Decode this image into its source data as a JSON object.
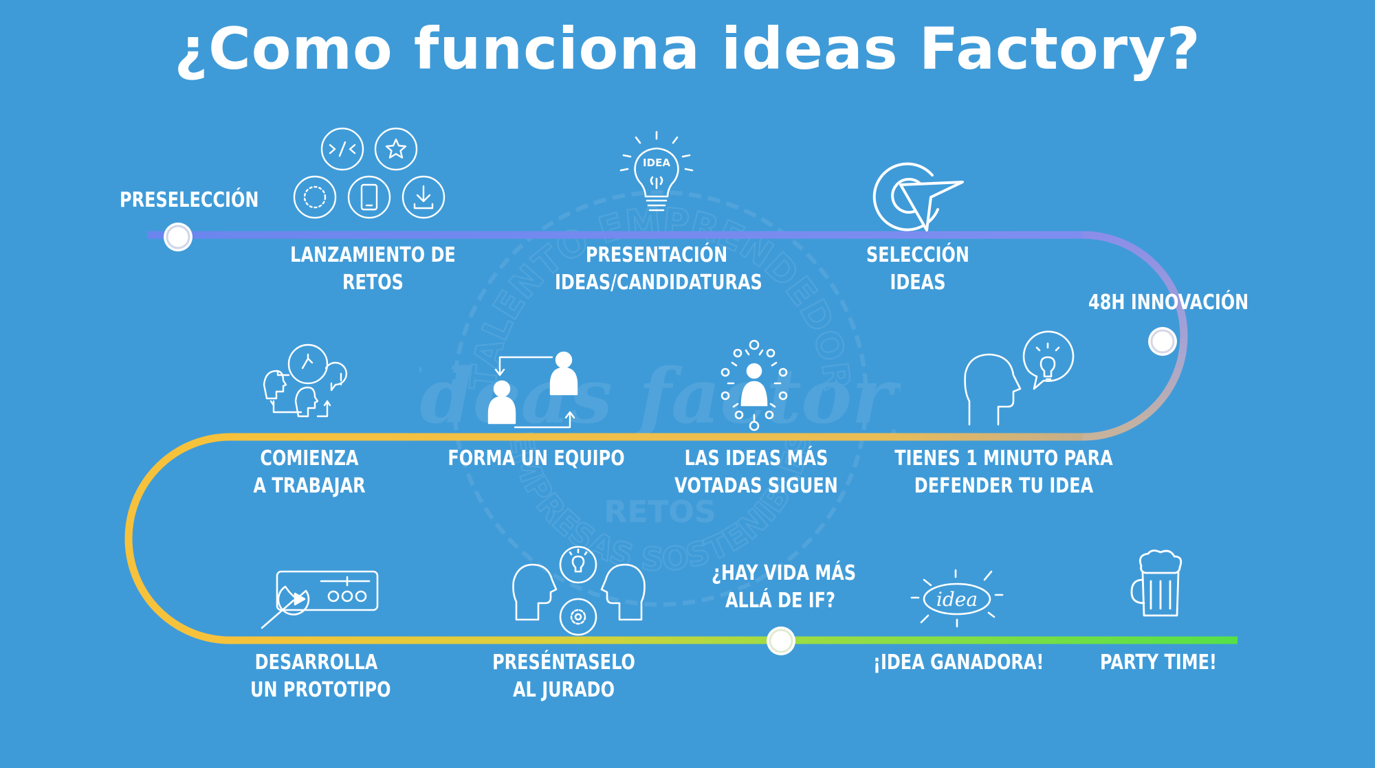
{
  "title": "¿Como funciona ideas Factory?",
  "colors": {
    "background": "#3f9bd8",
    "path_blue": "#6a86ee",
    "path_purple": "#8a8ee8",
    "path_yellow": "#f7c23b",
    "path_green": "#55e048",
    "text": "#ffffff"
  },
  "watermark": {
    "top_arc": "TALENTO EMPRENDEDOR",
    "center": "Ideas factory",
    "ribbon": "RETOS",
    "bottom_arc": "EMPRESAS SOSTENIBLES"
  },
  "milestones": {
    "preseleccion": "PRESELECCIÓN",
    "innovacion_48h": "48H INNOVACIÓN",
    "hay_vida": {
      "line1": "¿HAY VIDA MÁS",
      "line2": "ALLÁ DE IF?"
    }
  },
  "steps": {
    "lanzamiento": {
      "line1": "LANZAMIENTO DE",
      "line2": "RETOS",
      "icon": "challenge-icons-cluster"
    },
    "presentacion": {
      "line1": "PRESENTACIÓN",
      "line2": "IDEAS/CANDIDATURAS",
      "icon": "idea-lightbulb-icon",
      "icon_text": "IDEA"
    },
    "seleccion": {
      "line1": "SELECCIÓN",
      "line2": "IDEAS",
      "icon": "target-cursor-icon"
    },
    "comienza": {
      "line1": "COMIENZA",
      "line2": "A TRABAJAR",
      "icon": "brainstorm-heads-icon"
    },
    "forma_equipo": {
      "line1": "FORMA UN EQUIPO",
      "icon": "team-exchange-icon"
    },
    "ideas_votadas": {
      "line1": "LAS IDEAS MÁS",
      "line2": "VOTADAS SIGUEN",
      "icon": "voted-person-icon"
    },
    "tienes_minuto": {
      "line1": "TIENES 1 MINUTO PARA",
      "line2": "DEFENDER TU IDEA",
      "icon": "head-speech-idea-icon"
    },
    "desarrolla": {
      "line1": "DESARROLLA",
      "line2": "UN PROTOTIPO",
      "icon": "prototype-wrench-icon"
    },
    "presentaselo": {
      "line1": "PRESÉNTASELO",
      "line2": "AL JURADO",
      "icon": "jury-heads-icon"
    },
    "idea_ganadora": {
      "line1": "¡IDEA GANADORA!",
      "icon": "winning-idea-icon",
      "icon_text": "idea"
    },
    "party_time": {
      "line1": "PARTY TIME!",
      "icon": "beer-mug-icon"
    }
  }
}
